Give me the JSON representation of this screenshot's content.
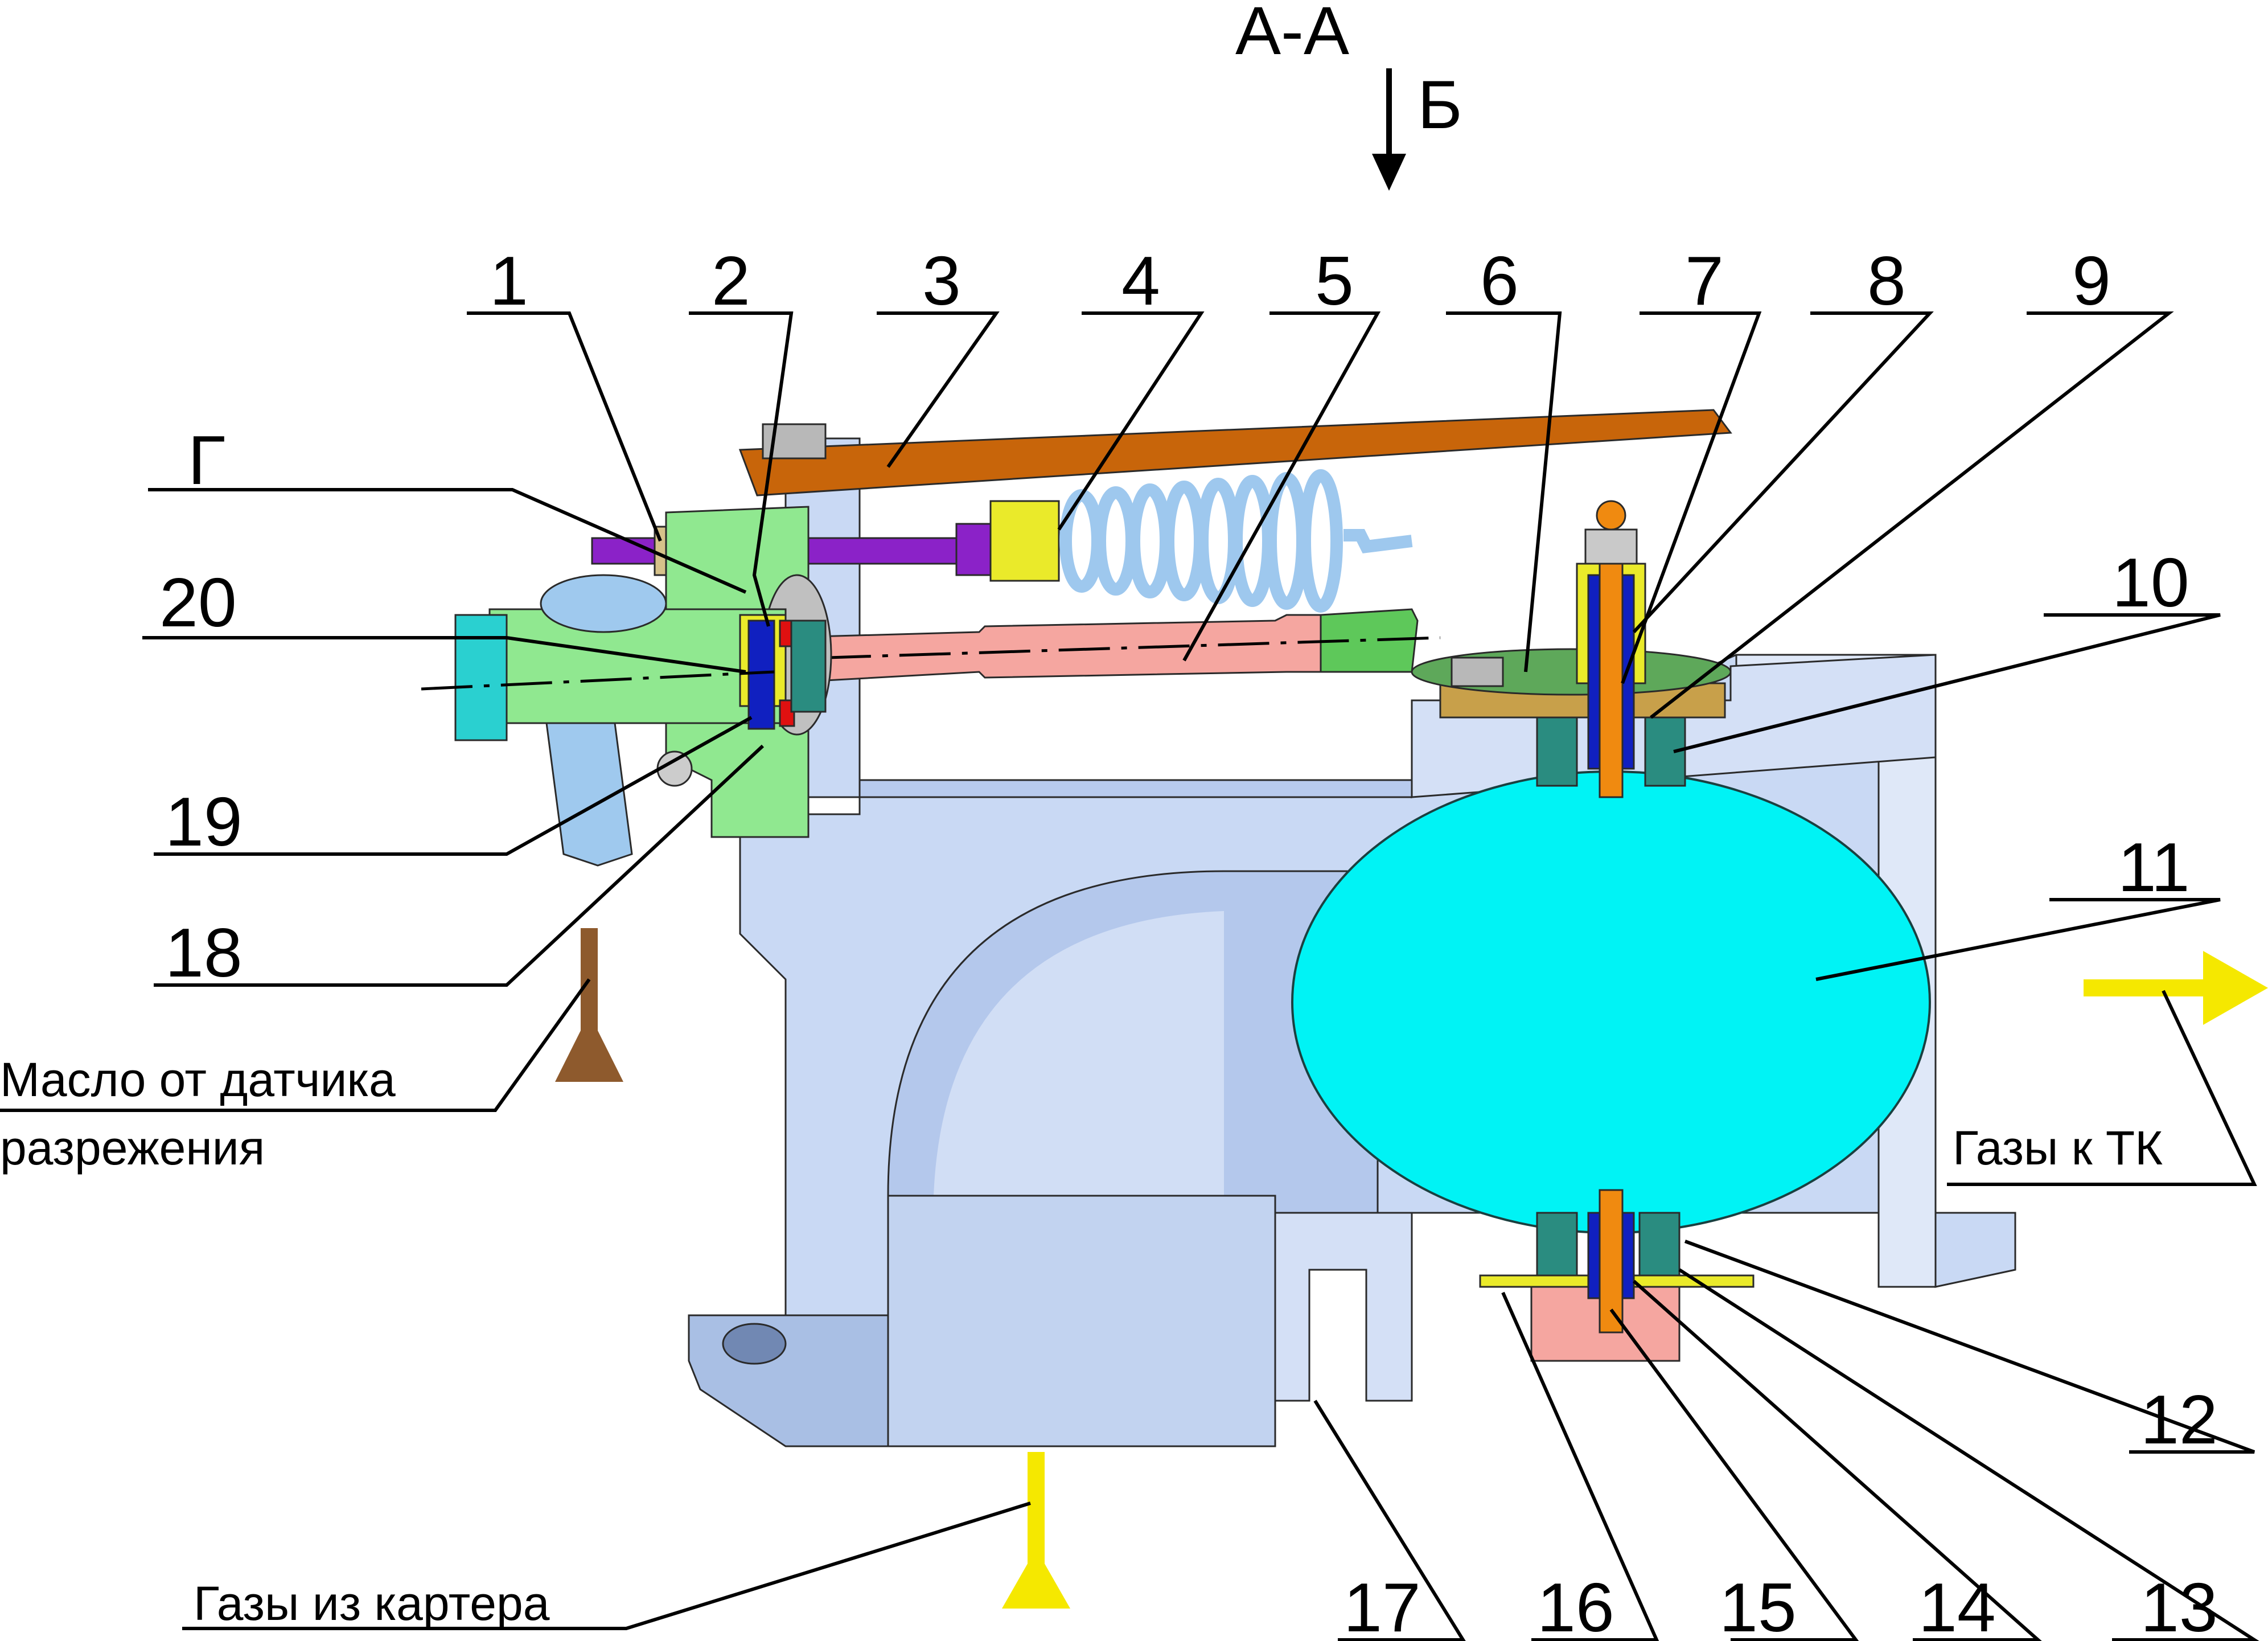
{
  "section_title": "А-А",
  "view_label": "Б",
  "letter_label": "Г",
  "callouts": [
    "1",
    "2",
    "3",
    "4",
    "5",
    "6",
    "7",
    "8",
    "9",
    "10",
    "11",
    "12",
    "13",
    "14",
    "15",
    "16",
    "17",
    "18",
    "19",
    "20"
  ],
  "captions": {
    "oil_line1": "Масло от датчика",
    "oil_line2": "разрежения",
    "gases_to_tk": "Газы к ТК",
    "gases_from_crankcase": "Газы из картера"
  },
  "colors": {
    "housing": "#c9d9f4",
    "housing_dark": "#9fb5dc",
    "damper": "#00f3f5",
    "lever": "#c8650a",
    "spring": "#9ec8ee",
    "screw": "#8b22c8",
    "fitting_green": "#90e890",
    "rod": "#f5a6a0",
    "shaft": "#f08a10",
    "yellow_part": "#eaea2a",
    "oil_arrow": "#8e5a2d",
    "gas_arrow": "#f5e800"
  }
}
